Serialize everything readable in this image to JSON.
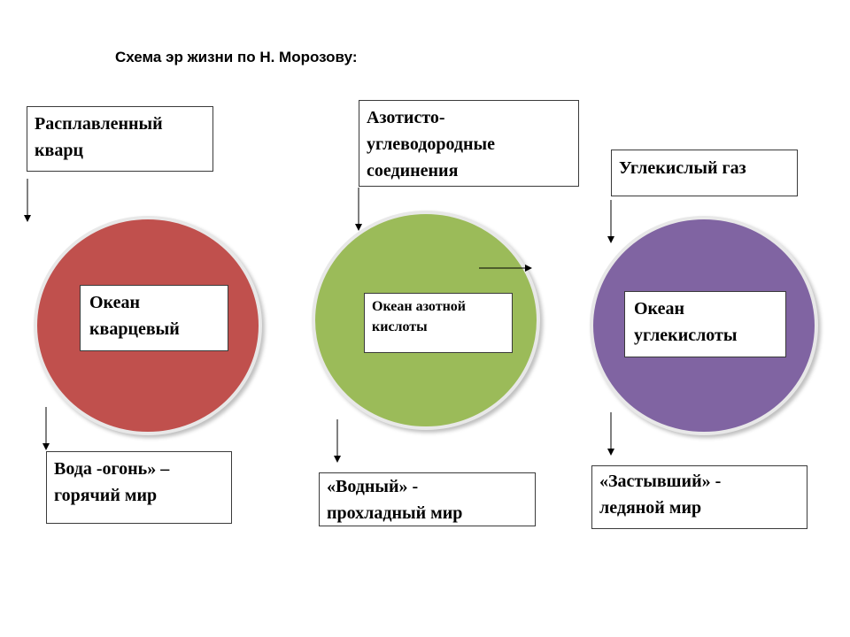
{
  "title": "Схема эр жизни по Н. Морозову:",
  "colors": {
    "red": "#c0504d",
    "green": "#9bbb59",
    "purple": "#8064a2"
  },
  "eras": [
    {
      "input": "Расплавленный\nкварц",
      "ocean": "Океан\nкварцевый",
      "world": "Вода -огонь» –\nгорячий мир"
    },
    {
      "input": "Азотисто-\nуглеводородные\nсоединения",
      "ocean": "Океан азотной\nкислоты",
      "world": "«Водный» -\nпрохладный мир"
    },
    {
      "input": "Углекислый газ",
      "ocean": "Океан\nуглекислоты",
      "world": "«Застывший» -\nледяной мир"
    }
  ]
}
